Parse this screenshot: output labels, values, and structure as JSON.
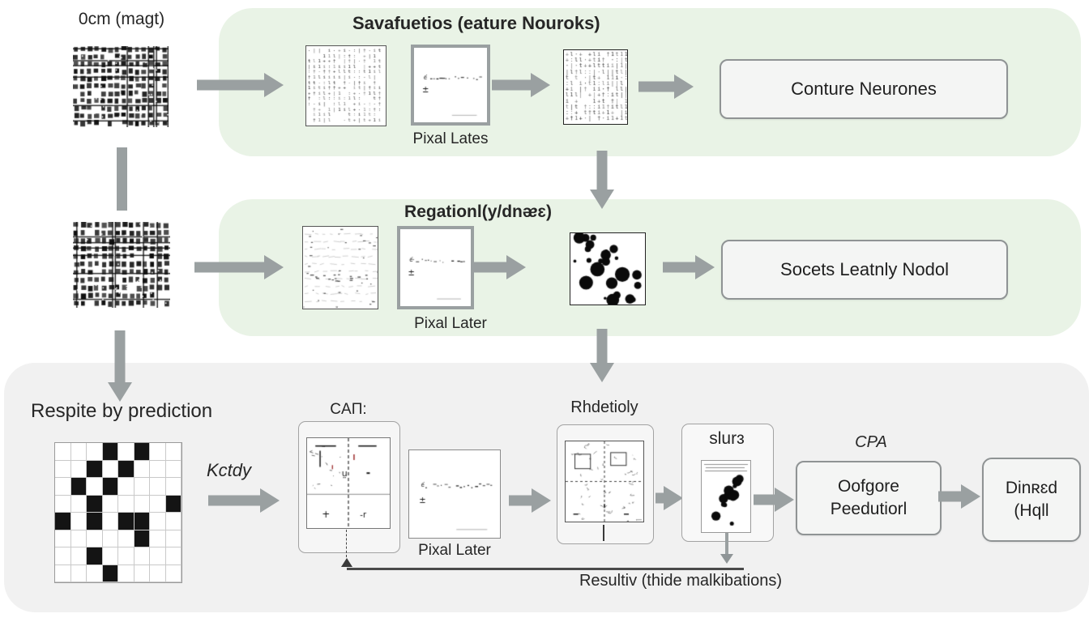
{
  "palette": {
    "panel_green": "#e9f3e6",
    "panel_gray": "#f1f1f1",
    "arrow_gray": "#9aa0a1",
    "box_fill": "#f4f5f4",
    "box_border": "#8f9394",
    "text": "#262626"
  },
  "top_row": {
    "input_label": "0cm (magt)",
    "title": "Savafuetios (eature Nouroks)",
    "pixel_card_label": "Pixal Lates",
    "output_box_label": "Conture Neurones"
  },
  "middle_row": {
    "title": "Regationl(y/dnᴂɛ)",
    "pixel_card_label": "Pixal Later",
    "output_box_label": "Socets Leatnly Nodol"
  },
  "bottom_row": {
    "heading": "Respite by prediction",
    "arrow_label": "Kctdy",
    "cat_label": "CAΠ:",
    "cat_plus_mark": "+",
    "cat_minus_mark": "-r",
    "pixel_card_label": "Pixal Later",
    "refine_label": "Rhdetioly",
    "slurs_label": "slurɜ",
    "cpa_label": "CPA",
    "predict_box_line1": "Oofgore",
    "predict_box_line2": "Peedutiorl",
    "final_box_line1": "Dinʀɛd",
    "final_box_line2": "(Hqll",
    "feedback_label": "Resultiv (thide malkibations)",
    "grid": [
      [
        0,
        0,
        0,
        1,
        0,
        1,
        0,
        0
      ],
      [
        0,
        0,
        1,
        0,
        1,
        0,
        0,
        0
      ],
      [
        0,
        1,
        0,
        1,
        0,
        0,
        0,
        0
      ],
      [
        0,
        0,
        1,
        0,
        0,
        0,
        0,
        1
      ],
      [
        1,
        0,
        1,
        0,
        1,
        1,
        0,
        0
      ],
      [
        0,
        0,
        0,
        0,
        0,
        1,
        0,
        0
      ],
      [
        0,
        0,
        1,
        0,
        0,
        0,
        0,
        0
      ],
      [
        0,
        0,
        0,
        1,
        0,
        0,
        0,
        0
      ]
    ]
  }
}
